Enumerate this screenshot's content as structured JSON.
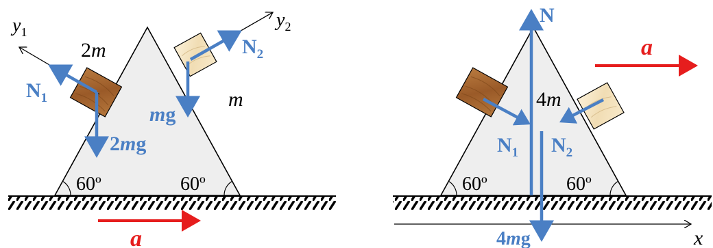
{
  "left_diagram": {
    "axis_y1": {
      "var": "y",
      "sub": "1"
    },
    "axis_y2": {
      "var": "y",
      "sub": "2"
    },
    "block_left_mass": {
      "coef": "2",
      "var": "m"
    },
    "block_right_mass": {
      "var": "m"
    },
    "force_N1": {
      "base": "N",
      "sub": "1"
    },
    "force_N2": {
      "base": "N",
      "sub": "2"
    },
    "weight_left": {
      "coef": "2",
      "var": "m",
      "g": "g"
    },
    "weight_right": {
      "var": "m",
      "g": "g"
    },
    "angle_left": "60º",
    "angle_right": "60º",
    "acceleration": "a"
  },
  "right_diagram": {
    "force_N": "N",
    "wedge_mass": {
      "coef": "4",
      "var": "m"
    },
    "force_N1": {
      "base": "N",
      "sub": "1"
    },
    "force_N2": {
      "base": "N",
      "sub": "2"
    },
    "weight": {
      "coef": "4",
      "var": "m",
      "g": "g"
    },
    "angle_left": "60º",
    "angle_right": "60º",
    "acceleration": "a",
    "axis_x": "x"
  },
  "colors": {
    "force_blue": "#4a7fc4",
    "accel_red": "#e61d1d",
    "wedge_fill": "#eeeeee",
    "block_dark": "#a0622e",
    "block_light": "#f6e7c8"
  }
}
